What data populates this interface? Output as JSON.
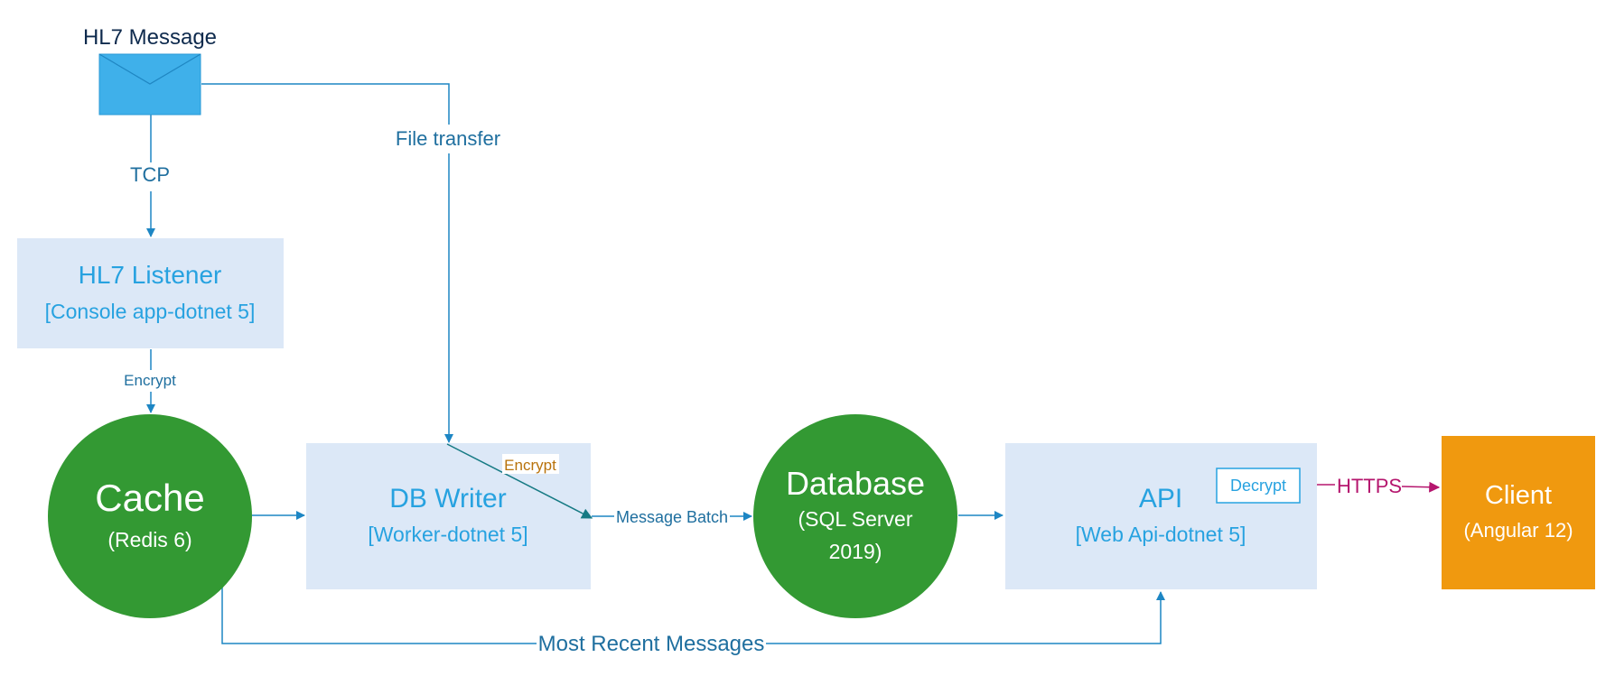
{
  "message": {
    "title": "HL7 Message",
    "icon": "envelope-icon"
  },
  "edges": {
    "tcp": "TCP",
    "file_transfer": "File transfer",
    "encrypt_listener": "Encrypt",
    "encrypt_writer": "Encrypt",
    "message_batch": "Message Batch",
    "https": "HTTPS",
    "most_recent": "Most Recent Messages"
  },
  "nodes": {
    "listener": {
      "title": "HL7 Listener",
      "subtitle": "[Console app-dotnet 5]"
    },
    "cache": {
      "title": "Cache",
      "subtitle": "(Redis 6)"
    },
    "writer": {
      "title": "DB Writer",
      "subtitle": "[Worker-dotnet 5]"
    },
    "database": {
      "title": "Database",
      "subtitle_line1": "(SQL Server",
      "subtitle_line2": "2019)"
    },
    "api": {
      "title": "API",
      "subtitle": "[Web Api-dotnet 5]",
      "decrypt": "Decrypt"
    },
    "client": {
      "title": "Client",
      "subtitle": "(Angular 12)"
    }
  },
  "colors": {
    "line": "#1d86c4",
    "box_fill": "#dce8f7",
    "box_text": "#27a2e0",
    "circle_fill": "#339933",
    "client_fill": "#f0990f",
    "envelope_fill": "#3fb0ea",
    "dark_text": "#0e2a4d",
    "edge_text": "#1f6f9f",
    "encrypt_orange": "#b8720b",
    "https_color": "#b5166e",
    "teal": "#167a84"
  }
}
